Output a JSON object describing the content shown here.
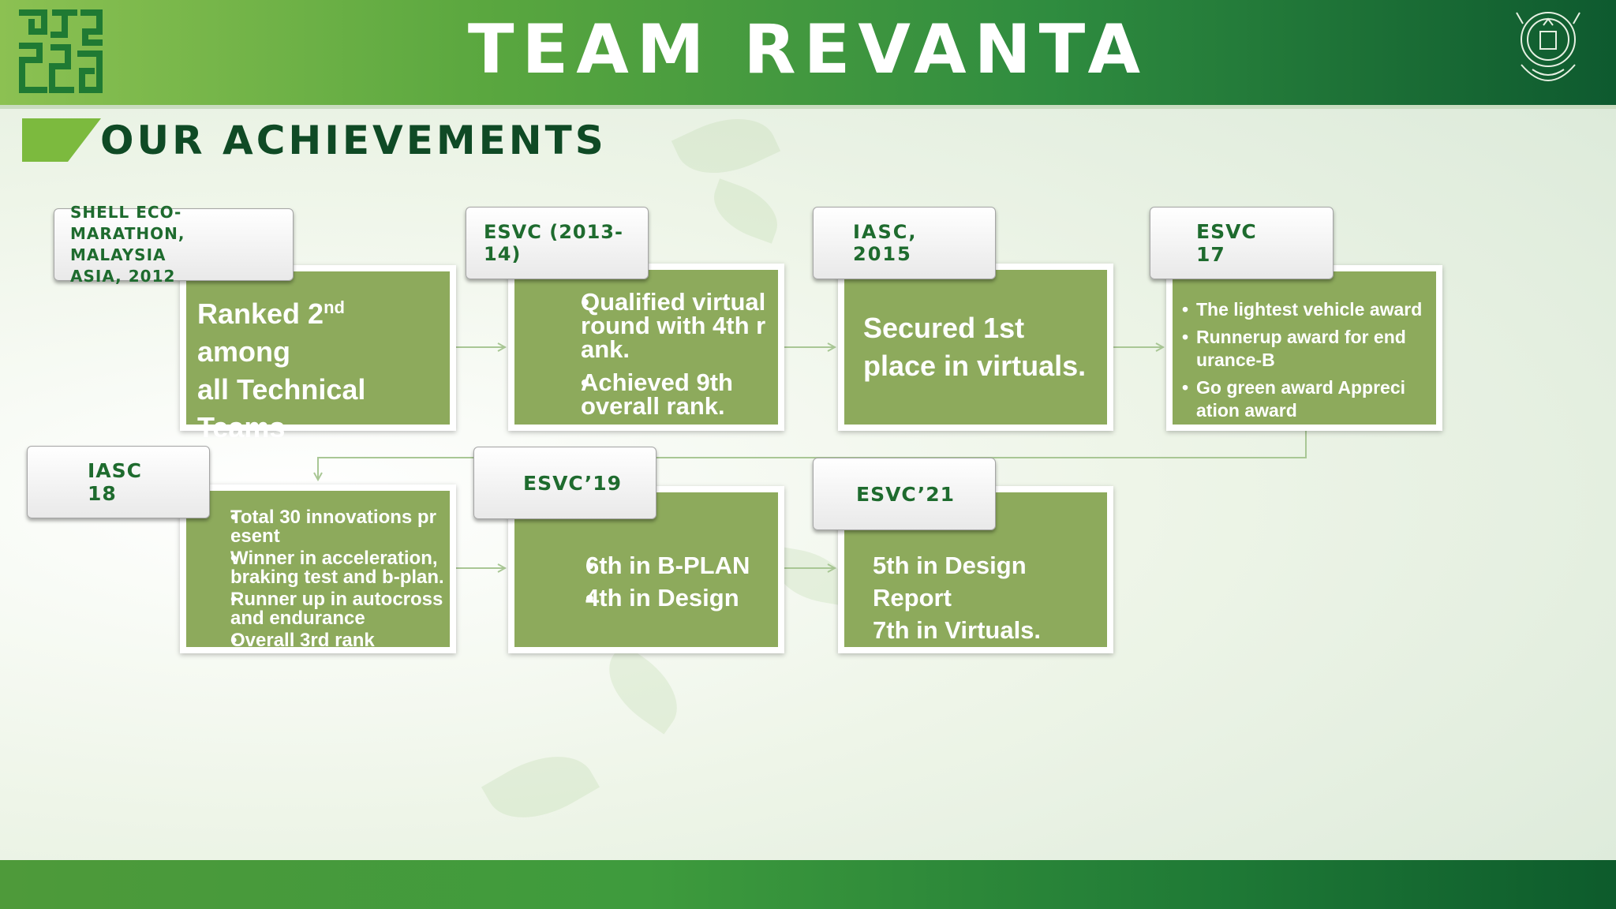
{
  "header": {
    "title": "TEAM REVANTA",
    "subtitle": "OUR ACHIEVEMENTS"
  },
  "colors": {
    "header_start": "#8cc152",
    "header_end": "#0e5a2f",
    "box_fill": "#8daa5c",
    "label_text": "#1e6b2e",
    "subtitle_text": "#0f4a25",
    "connector": "#a9c795"
  },
  "icons": {
    "left_logo": "maze-logo-icon",
    "right_logo": "institute-emblem-icon"
  },
  "achievements": [
    {
      "label": "SHELL ECO-MARATHON, MALAYSIA ASIA, 2012",
      "label_lines": [
        "SHELL ECO-",
        "MARATHON, MALAYSIA",
        "ASIA, 2012"
      ],
      "text_lines": [
        "Ranked 2",
        "nd",
        " among",
        "all Technical",
        "Teams"
      ]
    },
    {
      "label": "ESVC (2013-14)",
      "items": [
        "Qualified virtual round with 4th  r ank.",
        "Achieved 9th overall rank."
      ],
      "item_lines": [
        [
          "Qualified virtual",
          "round with 4th  r",
          "ank."
        ],
        [
          "Achieved 9th",
          "overall rank."
        ]
      ]
    },
    {
      "label": "IASC, 2015",
      "text_lines": [
        "Secured 1st",
        "place in  virtuals."
      ]
    },
    {
      "label": "ESVC 17",
      "items": [
        "The lightest vehicle  award",
        "Runnerup award  for end urance-B",
        "Go green award  Appreci ation  award"
      ],
      "item_lines": [
        [
          "The lightest vehicle  award"
        ],
        [
          "Runnerup award  for end",
          "urance-B"
        ],
        [
          "Go green award  Appreci",
          "ation  award"
        ]
      ]
    },
    {
      "label": "IASC 18",
      "items": [
        "Total 30 innovations pr esent",
        "Winner in acceleration, braking test and b-plan.",
        "Runner up in autocross and endurance",
        "Overall 3rd rank"
      ],
      "item_lines": [
        [
          "Total 30 innovations pr",
          "esent"
        ],
        [
          "Winner in acceleration,",
          " braking test and b-plan."
        ],
        [
          "Runner up in autocross",
          " and endurance"
        ],
        [
          "Overall 3rd rank"
        ]
      ]
    },
    {
      "label": "ESVC’19",
      "items": [
        "6th in B-PLAN",
        "4th in Design"
      ]
    },
    {
      "label": "ESVC’21",
      "text_lines": [
        "5th in Design Report",
        "7th in Virtuals."
      ]
    }
  ]
}
